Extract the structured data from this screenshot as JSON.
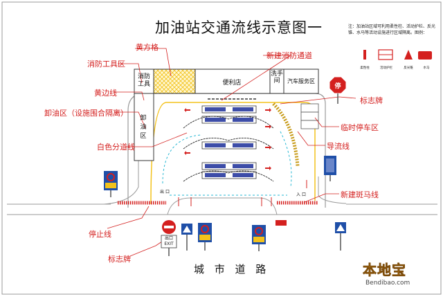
{
  "title": "加油站交通流线示意图一",
  "note": "注：加油站区域可利用柔性柱、活动护栏、反光锥、水马等活动设施进行区域隔离。图例：",
  "legend": [
    "柔性柱",
    "活动护栏",
    "反光锥",
    "水马"
  ],
  "buildings": {
    "fire_tools": "消防工具",
    "store": "便利店",
    "restroom": "洗手间",
    "car_service": "汽车服务区",
    "unloading": "卸油区"
  },
  "callouts": {
    "yellow_grid": "黄方格",
    "fire_tools_area": "消防工具区",
    "new_fire_lane": "新建消防通道",
    "yellow_line": "黄边线",
    "unloading_zone": "卸油区（设施围合隔离）",
    "white_divider": "白色分道线",
    "sign_right": "标志牌",
    "temp_parking": "临时停车区",
    "guide_line": "导流线",
    "zebra": "新建斑马线",
    "stop_line": "停止线",
    "sign_bottom": "标志牌"
  },
  "signs": {
    "stop": "停",
    "exit": "出口\nEXIT",
    "entrance_small": "入 口",
    "exit_small": "出 口"
  },
  "road": "城 市 道 路",
  "watermark": {
    "cn": "本地宝",
    "en": "Bendibao.com"
  },
  "colors": {
    "red": "#d4201f",
    "blue": "#1f4fa8",
    "yellow": "#f3c21b",
    "gray": "#8a8a8a"
  }
}
